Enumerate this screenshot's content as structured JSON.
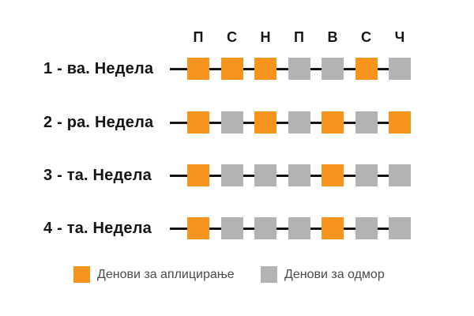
{
  "colors": {
    "application": "#F7941E",
    "rest": "#B3B3B3",
    "line": "#141414"
  },
  "day_headers": [
    "П",
    "С",
    "Н",
    "П",
    "В",
    "С",
    "Ч"
  ],
  "weeks": [
    {
      "label": "1 - ва. Недела",
      "days": [
        "application",
        "application",
        "application",
        "rest",
        "rest",
        "application",
        "rest"
      ]
    },
    {
      "label": "2 - ра. Недела",
      "days": [
        "application",
        "rest",
        "application",
        "rest",
        "application",
        "rest",
        "application"
      ]
    },
    {
      "label": "3 - та. Недела",
      "days": [
        "application",
        "rest",
        "rest",
        "rest",
        "application",
        "rest",
        "rest"
      ]
    },
    {
      "label": "4 - та. Недела",
      "days": [
        "application",
        "rest",
        "rest",
        "rest",
        "application",
        "rest",
        "rest"
      ]
    }
  ],
  "legend": [
    {
      "type": "application",
      "label": "Денови за аплицирање"
    },
    {
      "type": "rest",
      "label": "Денови за одмор"
    }
  ]
}
